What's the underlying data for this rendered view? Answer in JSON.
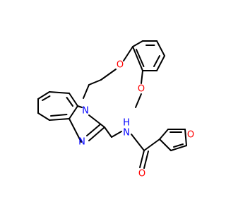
{
  "colors": {
    "bond": "#000000",
    "oxygen": "#ff0000",
    "nitrogen": "#0000ff",
    "background": "#ffffff"
  },
  "atoms": {
    "o_ether": "O",
    "o_methoxy": "O",
    "n1": "N",
    "n3": "N",
    "n_amide": "N",
    "h_amide": "H",
    "o_carbonyl": "O",
    "o_furan": "O"
  }
}
